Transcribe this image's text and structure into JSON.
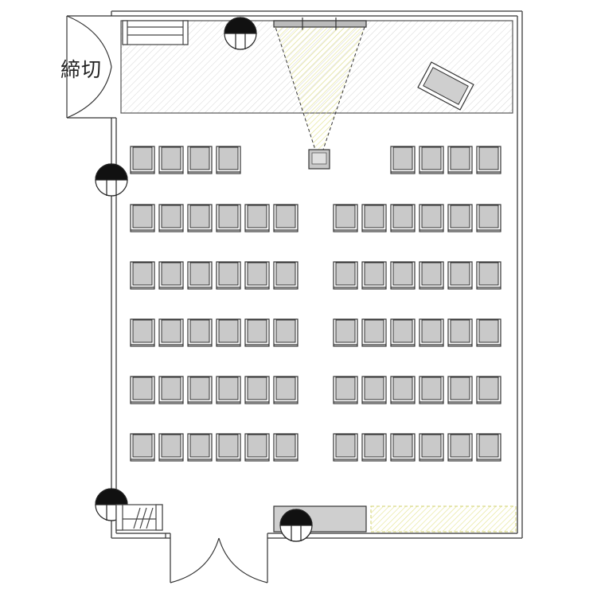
{
  "room_label": "締切",
  "colors": {
    "wall": "#555555",
    "stage_hatch": "#d6d6d6",
    "seat_fill": "#c9c9c9",
    "seat_stroke": "#333333",
    "projector_beam": "#f2f2a8",
    "storage_fill": "#cfcfcf",
    "highlight_hatch": "#e6e68a"
  },
  "layout": {
    "top_row": {
      "left_block_seats": 4,
      "right_block_seats": 4
    },
    "main_rows": 5,
    "left_block_seats_per_row": 6,
    "right_block_seats_per_row": 6
  },
  "icons": {
    "speaker": "speaker-icon",
    "projector": "projector-icon",
    "screen": "projection-screen-icon",
    "lectern": "lectern-icon",
    "door": "door-icon"
  }
}
